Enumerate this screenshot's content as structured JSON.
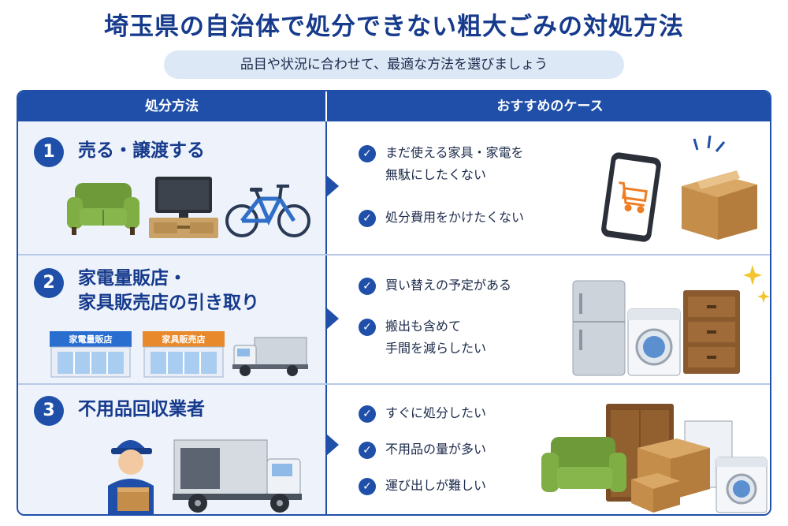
{
  "title": "埼玉県の自治体で処分できない粗大ごみの対処方法",
  "subtitle": "品目や状況に合わせて、最適な方法を選びましょう",
  "table": {
    "header_method": "処分方法",
    "header_case": "おすすめのケース"
  },
  "rows": [
    {
      "number": "1",
      "method_lines": [
        "売る・譲渡する"
      ],
      "cases": [
        [
          "まだ使える家具・家電を",
          "無駄にしたくない"
        ],
        [
          "処分費用をかけたくない"
        ]
      ]
    },
    {
      "number": "2",
      "method_lines": [
        "家電量販店・",
        "家具販売店の引き取り"
      ],
      "store_labels": [
        "家電量販店",
        "家具販売店"
      ],
      "cases": [
        [
          "買い替えの予定がある"
        ],
        [
          "搬出も含めて",
          "手間を減らしたい"
        ]
      ]
    },
    {
      "number": "3",
      "method_lines": [
        "不用品回収業者"
      ],
      "cases": [
        [
          "すぐに処分したい"
        ],
        [
          "不用品の量が多い"
        ],
        [
          "運び出しが難しい"
        ]
      ]
    }
  ],
  "colors": {
    "primary": "#1f4fa8",
    "title": "#163a8c",
    "row_bg": "#eef3fb",
    "subtitle_bg": "#dde8f7",
    "store_blue": "#2a6fd0",
    "store_orange": "#e8892b"
  },
  "icons": [
    "check-icon",
    "sofa-icon",
    "tv-icon",
    "bicycle-icon",
    "smartphone-cart-icon",
    "cardboard-box-icon",
    "store-icon",
    "truck-icon",
    "refrigerator-icon",
    "washing-machine-icon",
    "dresser-icon",
    "worker-icon",
    "sparkle-icon"
  ]
}
